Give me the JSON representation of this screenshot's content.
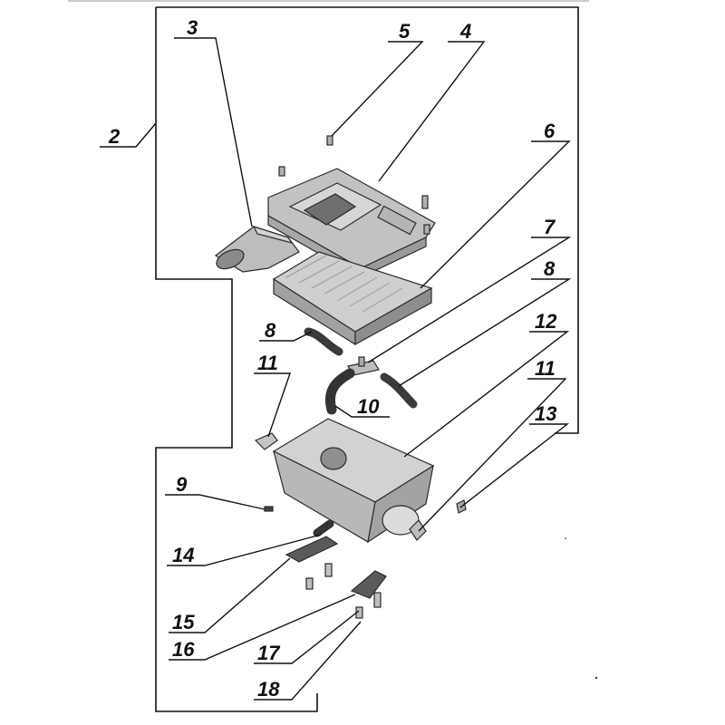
{
  "callouts": {
    "c2": "2",
    "c3": "3",
    "c4": "4",
    "c5": "5",
    "c6": "6",
    "c7": "7",
    "c8a": "8",
    "c8b": "8",
    "c9": "9",
    "c10": "10",
    "c11a": "11",
    "c11b": "11",
    "c12": "12",
    "c13": "13",
    "c14": "14",
    "c15": "15",
    "c16": "16",
    "c17": "17",
    "c18": "18"
  },
  "colors": {
    "line": "#111111",
    "part_fill": "#c9c9c9",
    "part_shadow": "#8e8e8e",
    "dark_part": "#3c3c3c"
  }
}
